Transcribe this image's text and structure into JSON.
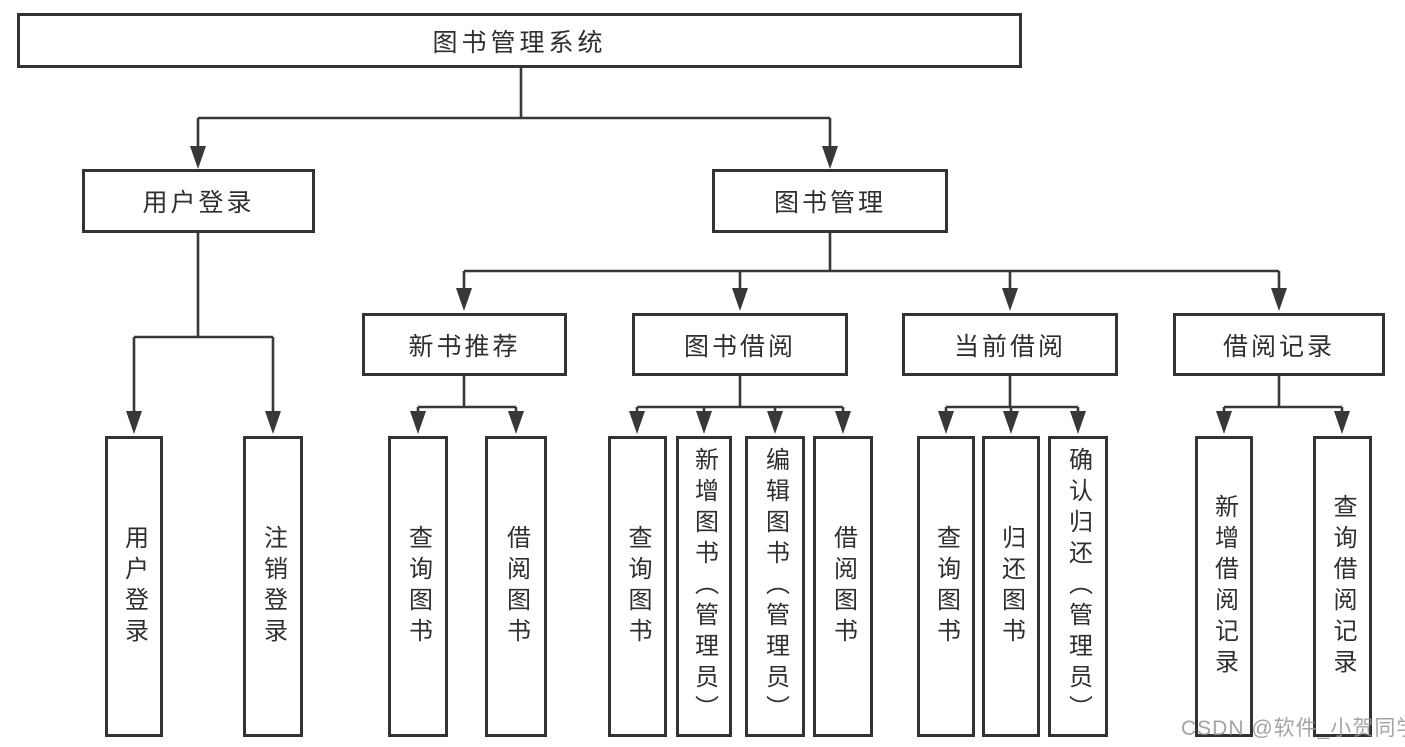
{
  "diagram": {
    "root": {
      "label": "图书管理系统"
    },
    "branches": [
      {
        "label": "用户登录",
        "children": [
          {
            "label": "用户登录"
          },
          {
            "label": "注销登录"
          }
        ]
      },
      {
        "label": "图书管理",
        "children": [
          {
            "label": "新书推荐",
            "children": [
              {
                "label": "查询图书"
              },
              {
                "label": "借阅图书"
              }
            ]
          },
          {
            "label": "图书借阅",
            "children": [
              {
                "label": "查询图书"
              },
              {
                "label": "新增图书（管理员）"
              },
              {
                "label": "编辑图书（管理员）"
              },
              {
                "label": "借阅图书"
              }
            ]
          },
          {
            "label": "当前借阅",
            "children": [
              {
                "label": "查询图书"
              },
              {
                "label": "归还图书"
              },
              {
                "label": "确认归还（管理员）"
              }
            ]
          },
          {
            "label": "借阅记录",
            "children": [
              {
                "label": "新增借阅记录"
              },
              {
                "label": "查询借阅记录"
              }
            ]
          }
        ]
      }
    ]
  },
  "watermark": {
    "text": "CSDN @软件_小贺同学"
  },
  "colors": {
    "line": "#383838",
    "box_border": "#333333",
    "box_fill": "#ffffff",
    "text": "#2f2f2f",
    "watermark": "#949494",
    "background": "#ffffff"
  }
}
